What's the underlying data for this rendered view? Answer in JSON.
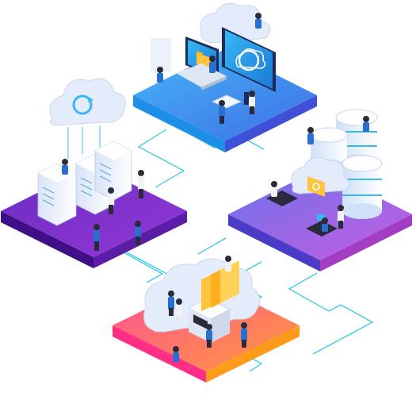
{
  "scene": {
    "kind": "isometric-cloud-computing-illustration",
    "platforms": [
      {
        "name": "workstation-platform",
        "icons": [
          "monitor-icon",
          "laptop-icon",
          "cloud-sync-icon",
          "folder-icon"
        ],
        "colors": {
          "left": "#1d8fe6",
          "right": "#4a5fe0",
          "top": "#3aa6f2"
        }
      },
      {
        "name": "server-platform",
        "icons": [
          "server-rack-icon",
          "cloud-sync-icon"
        ],
        "colors": {
          "left": "#5a1ea8",
          "right": "#8a2fd6",
          "top": "#7a2cc8"
        }
      },
      {
        "name": "database-platform",
        "icons": [
          "database-icon",
          "cloud-folder-icon",
          "desk-icon"
        ],
        "colors": {
          "left": "#5b45d8",
          "right": "#c24bd8",
          "top": "#8a5ee6"
        }
      },
      {
        "name": "storage-platform",
        "icons": [
          "cloud-icon",
          "file-cabinet-icon",
          "folder-icon"
        ],
        "colors": {
          "left": "#ff3c8a",
          "right": "#ffb020",
          "top": "#ff6f6a"
        }
      }
    ],
    "accent": {
      "circuit": "#38c9e8",
      "cloud": "#e4ecfb",
      "screen": "#2aa6ea",
      "folder": "#ffc43d"
    }
  }
}
